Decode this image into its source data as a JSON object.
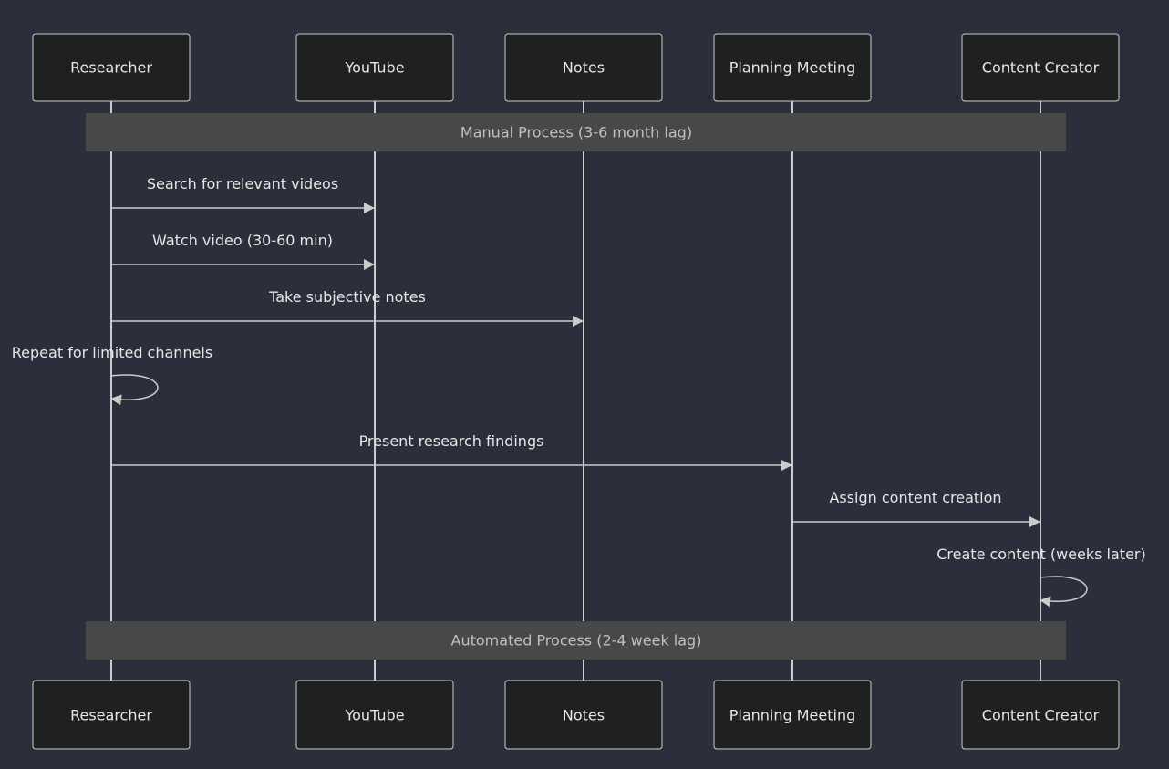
{
  "diagram": {
    "type": "sequence",
    "actors": [
      {
        "id": "researcher",
        "label": "Researcher"
      },
      {
        "id": "youtube",
        "label": "YouTube"
      },
      {
        "id": "notes",
        "label": "Notes"
      },
      {
        "id": "planning",
        "label": "Planning Meeting"
      },
      {
        "id": "creator",
        "label": "Content Creator"
      }
    ],
    "notes": [
      {
        "label": "Manual Process (3-6 month lag)",
        "from": "researcher",
        "to": "creator"
      },
      {
        "label": "Automated Process (2-4 week lag)",
        "from": "researcher",
        "to": "creator"
      }
    ],
    "messages": [
      {
        "from": "researcher",
        "to": "youtube",
        "label": "Search for relevant videos"
      },
      {
        "from": "researcher",
        "to": "youtube",
        "label": "Watch video (30-60 min)"
      },
      {
        "from": "researcher",
        "to": "notes",
        "label": "Take subjective notes"
      },
      {
        "from": "researcher",
        "to": "researcher",
        "label": "Repeat for limited channels"
      },
      {
        "from": "researcher",
        "to": "planning",
        "label": "Present research findings"
      },
      {
        "from": "planning",
        "to": "creator",
        "label": "Assign content creation"
      },
      {
        "from": "creator",
        "to": "creator",
        "label": "Create content (weeks later)"
      }
    ],
    "colors": {
      "background": "#2b2f3b",
      "actor_fill": "#1f2020",
      "line": "#cccccc",
      "note_fill": "#474948"
    }
  }
}
